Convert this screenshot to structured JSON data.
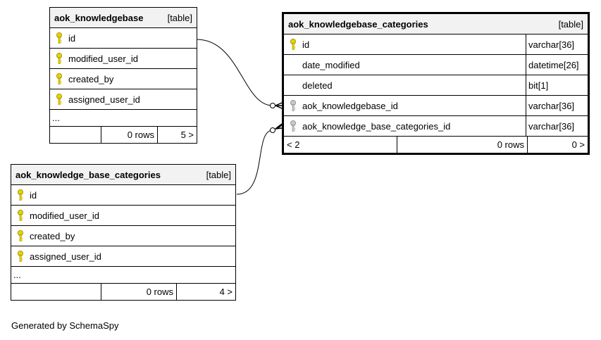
{
  "tables": {
    "knowledgebase": {
      "name": "aok_knowledgebase",
      "kind": "[table]",
      "columns": [
        {
          "name": "id",
          "key": "primary"
        },
        {
          "name": "modified_user_id",
          "key": "primary"
        },
        {
          "name": "created_by",
          "key": "primary"
        },
        {
          "name": "assigned_user_id",
          "key": "primary"
        }
      ],
      "ellipsis": "...",
      "footer": {
        "left": "",
        "rows": "0 rows",
        "children": "5 >"
      }
    },
    "categories_join": {
      "name": "aok_knowledgebase_categories",
      "kind": "[table]",
      "columns": [
        {
          "name": "id",
          "type": "varchar[36]",
          "key": "primary"
        },
        {
          "name": "date_modified",
          "type": "datetime[26]",
          "key": "none"
        },
        {
          "name": "deleted",
          "type": "bit[1]",
          "key": "none"
        },
        {
          "name": "aok_knowledgebase_id",
          "type": "varchar[36]",
          "key": "foreign"
        },
        {
          "name": "aok_knowledge_base_categories_id",
          "type": "varchar[36]",
          "key": "foreign"
        }
      ],
      "footer": {
        "parents": "< 2",
        "rows": "0 rows",
        "children": "0 >"
      }
    },
    "base_categories": {
      "name": "aok_knowledge_base_categories",
      "kind": "[table]",
      "columns": [
        {
          "name": "id",
          "key": "primary"
        },
        {
          "name": "modified_user_id",
          "key": "primary"
        },
        {
          "name": "created_by",
          "key": "primary"
        },
        {
          "name": "assigned_user_id",
          "key": "primary"
        }
      ],
      "ellipsis": "...",
      "footer": {
        "left": "",
        "rows": "0 rows",
        "children": "4 >"
      }
    }
  },
  "colors": {
    "primary_key": "#e6d200",
    "foreign_key": "#a8a8a8",
    "header_bg": "#f2f2f2"
  },
  "credit": "Generated by SchemaSpy"
}
